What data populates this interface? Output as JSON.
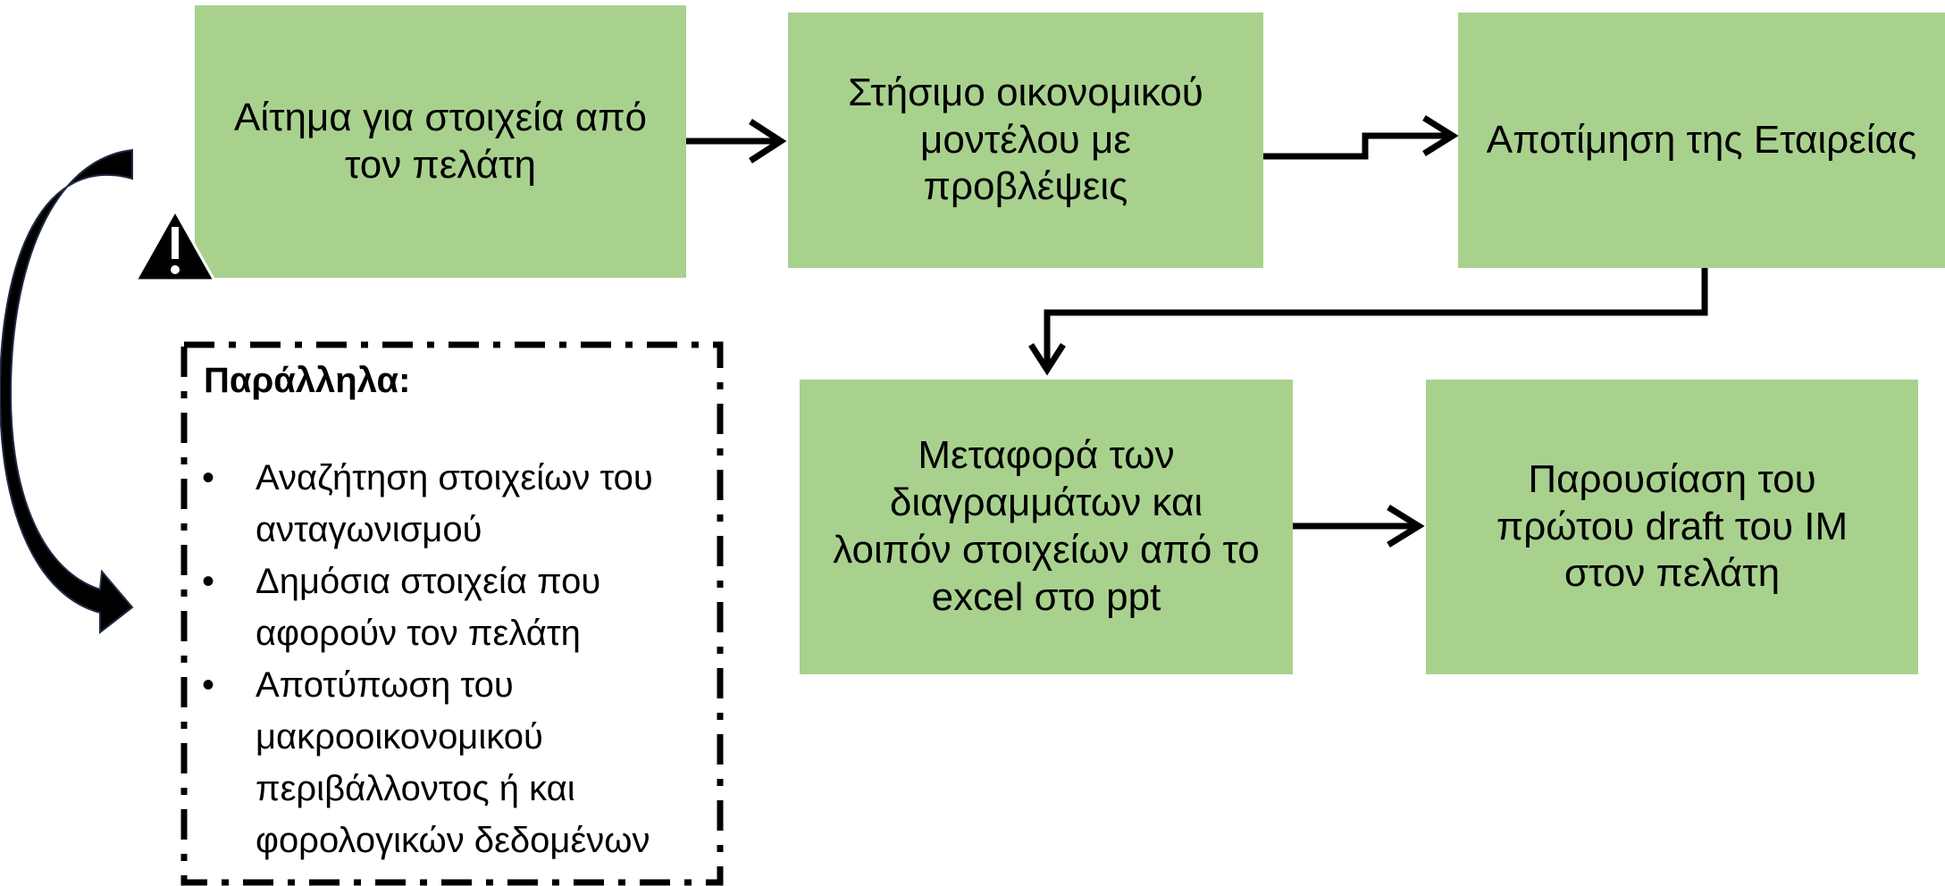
{
  "steps": [
    {
      "id": "request",
      "lines": [
        "Αίτημα για στοιχεία από",
        "τον πελάτη"
      ]
    },
    {
      "id": "model",
      "lines": [
        "Στήσιμο οικονομικού",
        "μοντέλου με",
        "προβλέψεις"
      ]
    },
    {
      "id": "valuation",
      "lines": [
        "Αποτίμηση της Εταιρείας"
      ]
    },
    {
      "id": "transfer",
      "lines": [
        "Μεταφορά των",
        "διαγραμμάτων και",
        "λοιπόν στοιχείων από το",
        "excel στο ppt"
      ]
    },
    {
      "id": "presentation",
      "lines": [
        "Παρουσίαση του",
        "πρώτου draft του IM",
        "στον πελάτη"
      ]
    }
  ],
  "parallel": {
    "title": "Παράλληλα:",
    "items": [
      [
        "Αναζήτηση στοιχείων του",
        "ανταγωνισμού"
      ],
      [
        "Δημόσια στοιχεία που",
        "αφορούν τον πελάτη"
      ],
      [
        "Αποτύπωση του",
        "μακροοικονομικού",
        "περιβάλλοντος ή και",
        "φορολογικών δεδομένων"
      ]
    ]
  },
  "colors": {
    "box_fill": "#a9d18e",
    "line": "#000000",
    "curved_arrow": "#000000",
    "warning": "#000000"
  },
  "icons": [
    "warning-icon",
    "curved-arrow"
  ]
}
